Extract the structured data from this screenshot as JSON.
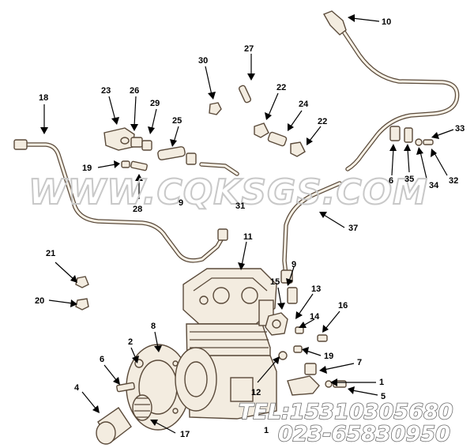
{
  "watermark": {
    "text": "WWW.CQKSGS.COM",
    "phone_line_1": "TEL:15310305680",
    "phone_line_2": "023-65830950"
  },
  "callouts": [
    {
      "id": "c10",
      "text": "10"
    },
    {
      "id": "c27",
      "text": "27"
    },
    {
      "id": "c30",
      "text": "30"
    },
    {
      "id": "c22a",
      "text": "22"
    },
    {
      "id": "c24",
      "text": "24"
    },
    {
      "id": "c22b",
      "text": "22"
    },
    {
      "id": "c18",
      "text": "18"
    },
    {
      "id": "c23",
      "text": "23"
    },
    {
      "id": "c26",
      "text": "26"
    },
    {
      "id": "c29",
      "text": "29"
    },
    {
      "id": "c25",
      "text": "25"
    },
    {
      "id": "c19a",
      "text": "19"
    },
    {
      "id": "c28",
      "text": "28"
    },
    {
      "id": "c9a",
      "text": "9"
    },
    {
      "id": "c31",
      "text": "31"
    },
    {
      "id": "c33",
      "text": "33"
    },
    {
      "id": "c16a",
      "text": "6"
    },
    {
      "id": "c35",
      "text": "35"
    },
    {
      "id": "c34",
      "text": "34"
    },
    {
      "id": "c32",
      "text": "32"
    },
    {
      "id": "c37",
      "text": "37"
    },
    {
      "id": "c11",
      "text": "11"
    },
    {
      "id": "c21",
      "text": "21"
    },
    {
      "id": "c20",
      "text": "20"
    },
    {
      "id": "c9b",
      "text": "9"
    },
    {
      "id": "c15",
      "text": "15"
    },
    {
      "id": "c13",
      "text": "13"
    },
    {
      "id": "c16b",
      "text": "16"
    },
    {
      "id": "c14",
      "text": "14"
    },
    {
      "id": "c19b",
      "text": "19"
    },
    {
      "id": "c8",
      "text": "8"
    },
    {
      "id": "c2",
      "text": "2"
    },
    {
      "id": "c6",
      "text": "6"
    },
    {
      "id": "c7",
      "text": "7"
    },
    {
      "id": "c1a",
      "text": "1"
    },
    {
      "id": "c5",
      "text": "5"
    },
    {
      "id": "c12",
      "text": "12"
    },
    {
      "id": "c4",
      "text": "4"
    },
    {
      "id": "c17",
      "text": "17"
    },
    {
      "id": "c1b",
      "text": "1"
    }
  ]
}
